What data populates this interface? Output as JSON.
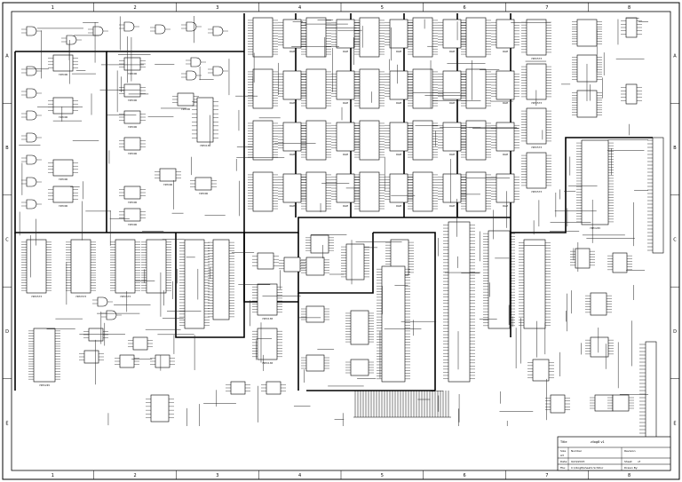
{
  "sheet": {
    "border_columns": [
      "1",
      "2",
      "3",
      "4",
      "5",
      "6",
      "7",
      "8"
    ],
    "border_rows": [
      "A",
      "B",
      "C",
      "D",
      "E"
    ]
  },
  "title_block": {
    "title_label": "Title",
    "title_value": "zilog8 v1",
    "size_label": "Size",
    "size_value": "A3",
    "number_label": "Number",
    "revision_label": "Revision",
    "date_label": "Date:",
    "date_value": "9/24/2015",
    "file_label": "File:",
    "file_value": "C:\\zilog8\\sheet1.SchDoc",
    "sheet_label": "Sheet",
    "sheet_value": "of",
    "drawn_label": "Drawn By:"
  },
  "chip_labels": {
    "ram_bank": "RAM",
    "logic_gate": "74HC00",
    "decoder": "74HC138",
    "latch": "74HC573",
    "buffer": "74HC245",
    "connector": "CONN"
  },
  "colors": {
    "ink": "#1a1a1a",
    "paper": "#ffffff",
    "frame": "#000000"
  }
}
